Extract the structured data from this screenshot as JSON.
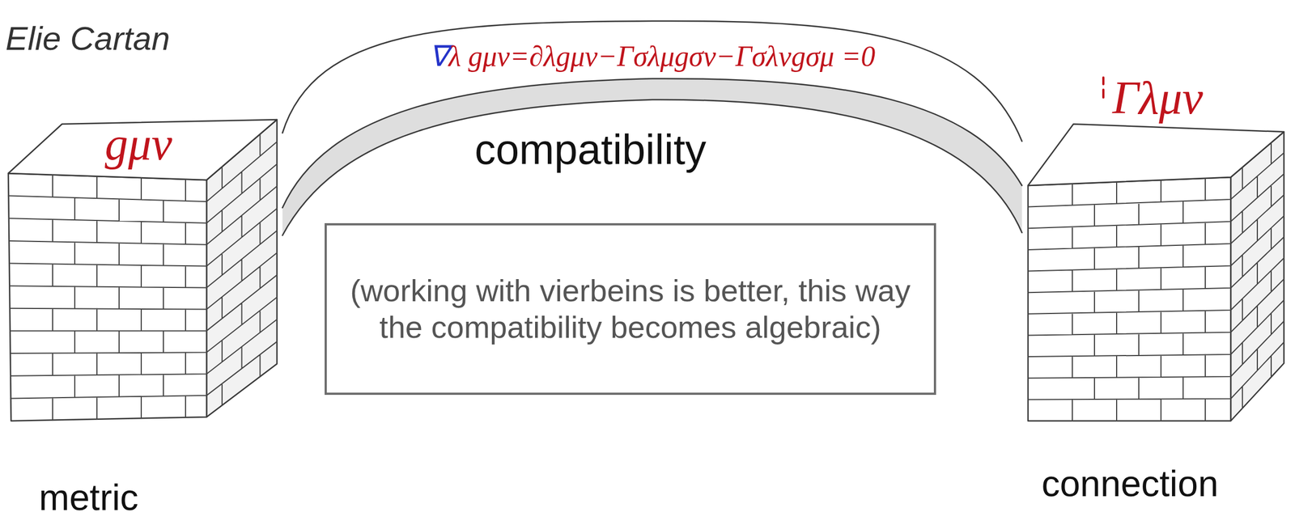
{
  "diagram": {
    "nodes": [
      {
        "text": [
          "gμν",
          "metric"
        ]
      },
      {
        "text": [
          "Γλμν",
          "connection"
        ]
      },
      {
        "text": [
          "(working with vierbeins is better, this way the compatibility becomes algebraic)"
        ]
      }
    ],
    "edges": [
      {
        "from": 0,
        "to": 1,
        "arrow": "none",
        "label": "∇λ gμν=∂λgμν−Γσλμgσν−Γσλνgσμ =0"
      }
    ],
    "labels": [
      "Elie Cartan",
      "compatibility"
    ]
  }
}
